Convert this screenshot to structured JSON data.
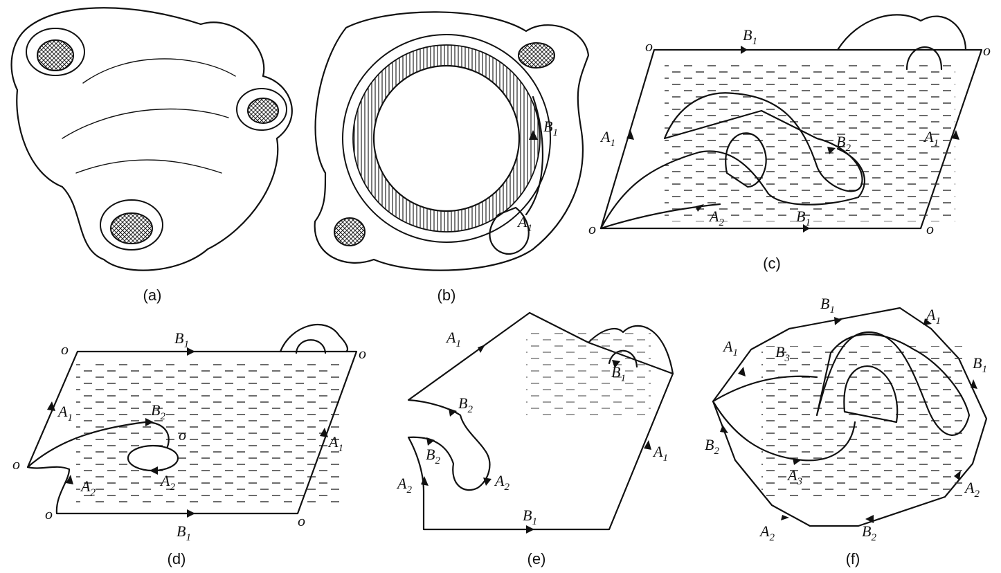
{
  "panels": [
    {
      "id": "a",
      "caption": "(a)",
      "labels": []
    },
    {
      "id": "b",
      "caption": "(b)",
      "labels": [
        "B1",
        "A1"
      ]
    },
    {
      "id": "c",
      "caption": "(c)",
      "labels": [
        "o",
        "B1",
        "o",
        "A1",
        "A1",
        "B2",
        "A2",
        "o",
        "B1",
        "o"
      ]
    },
    {
      "id": "d",
      "caption": "(d)",
      "labels": [
        "o",
        "B1",
        "o",
        "A1",
        "B2",
        "o",
        "A1",
        "o",
        "A2",
        "A2",
        "o",
        "B1",
        "o"
      ]
    },
    {
      "id": "e",
      "caption": "(e)",
      "labels": [
        "A1",
        "B1",
        "B2",
        "B2",
        "A2",
        "A2",
        "A1",
        "B1"
      ]
    },
    {
      "id": "f",
      "caption": "(f)",
      "labels": [
        "B1",
        "A1",
        "A1",
        "B3",
        "B1",
        "B2",
        "A3",
        "A2",
        "A2",
        "B2"
      ]
    }
  ]
}
